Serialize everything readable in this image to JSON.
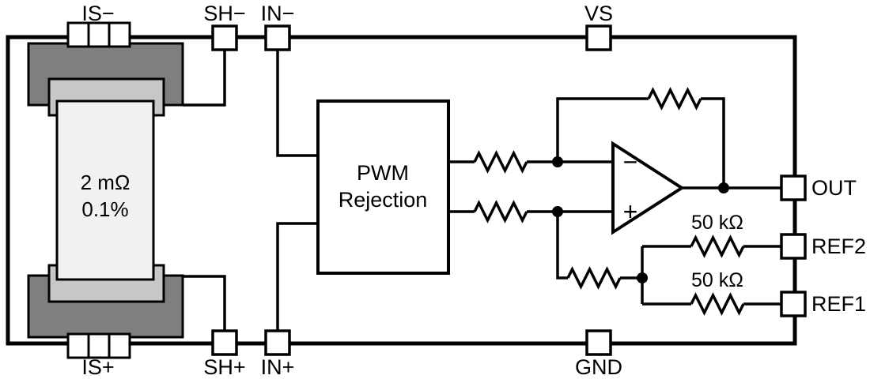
{
  "diagram": {
    "kind": "current-sense-amplifier-functional-block-diagram",
    "pins": {
      "is_minus": "IS−",
      "sh_minus": "SH−",
      "in_minus": "IN−",
      "vs": "VS",
      "is_plus": "IS+",
      "sh_plus": "SH+",
      "in_plus": "IN+",
      "gnd": "GND",
      "out": "OUT",
      "ref2": "REF2",
      "ref1": "REF1"
    },
    "shunt": {
      "value": "2 mΩ",
      "tolerance": "0.1%"
    },
    "pwm_block": {
      "line1": "PWM",
      "line2": "Rejection"
    },
    "opamp": {
      "inverting": "−",
      "noninverting": "+"
    },
    "resistors": {
      "ref2_value": "50 kΩ",
      "ref1_value": "50 kΩ"
    },
    "colors": {
      "line": "#000000",
      "background": "#ffffff",
      "terminal_dark": "#7f7f7f",
      "terminal_light": "#c7c7c7",
      "shunt_body": "#f1f1f1"
    }
  }
}
